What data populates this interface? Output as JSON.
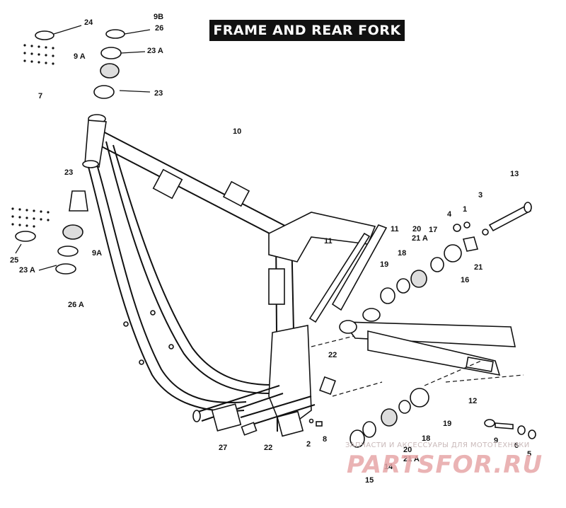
{
  "title": "FRAME AND REAR FORK",
  "watermark": {
    "caption": "ЗАПЧАСТИ И АКСЕССУАРЫ ДЛЯ МОТОТЕХНИКИ",
    "logo": "PARTSFOR.RU"
  },
  "callouts": {
    "c24": "24",
    "c9b": "9B",
    "c26": "26",
    "c9a_top": "9 A",
    "c23a_top": "23 A",
    "c23_top": "23",
    "c7": "7",
    "c10": "10",
    "c23_left": "23",
    "c25": "25",
    "c9a_left": "9A",
    "c23a_left": "23 A",
    "c26a": "26 A",
    "c13": "13",
    "c3": "3",
    "c4": "4",
    "c1": "1",
    "c11a": "11",
    "c11b": "11",
    "c20_top": "20",
    "c21a_top": "21 A",
    "c17": "17",
    "c18_top": "18",
    "c19_top": "19",
    "c16": "16",
    "c21": "21",
    "c22_mid": "22",
    "c12": "12",
    "c19_bot": "19",
    "c18_bot": "18",
    "c20_bot": "20",
    "c21a_bot": "21 A",
    "c14": "14",
    "c15": "15",
    "c9": "9",
    "c6": "6",
    "c5": "5",
    "c27": "27",
    "c22_bot": "22",
    "c2": "2",
    "c8": "8"
  }
}
